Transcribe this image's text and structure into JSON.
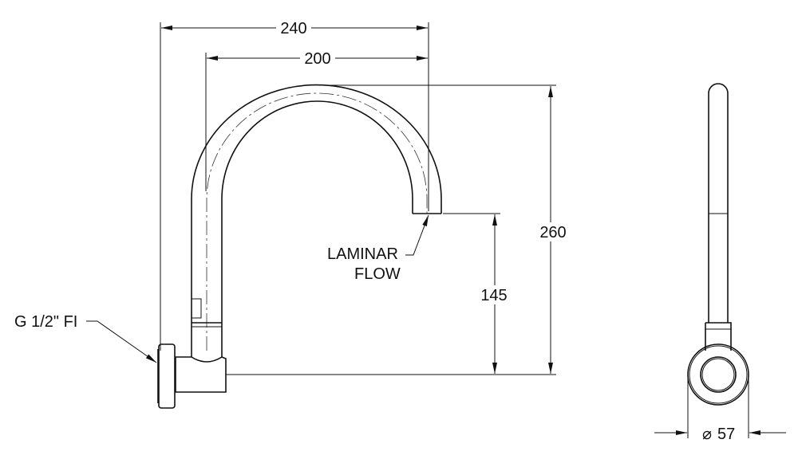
{
  "drawing": {
    "dimensions": {
      "overall_reach": "240",
      "spout_reach": "200",
      "overall_height": "260",
      "outlet_height": "145",
      "flange_diameter": "57",
      "diameter_symbol": "⌀"
    },
    "callouts": {
      "connection": "G 1/2\" FI",
      "outlet_line1": "LAMINAR",
      "outlet_line2": "FLOW"
    }
  }
}
